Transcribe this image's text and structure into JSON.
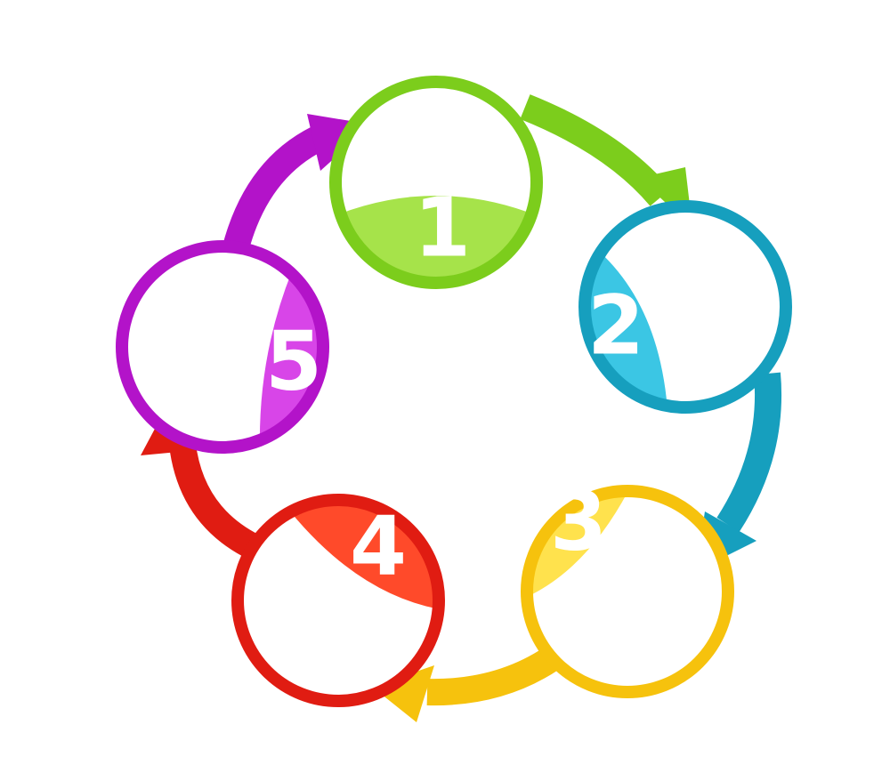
{
  "steps": [
    {
      "label": "1",
      "color": "#7ccd1c",
      "light": "#a6e34a"
    },
    {
      "label": "2",
      "color": "#169fbe",
      "light": "#3bc6e4"
    },
    {
      "label": "3",
      "color": "#f6c20d",
      "light": "#ffe24d"
    },
    {
      "label": "4",
      "color": "#e01c12",
      "light": "#ff4a2a"
    },
    {
      "label": "5",
      "color": "#b313c9",
      "light": "#d845e8"
    }
  ]
}
